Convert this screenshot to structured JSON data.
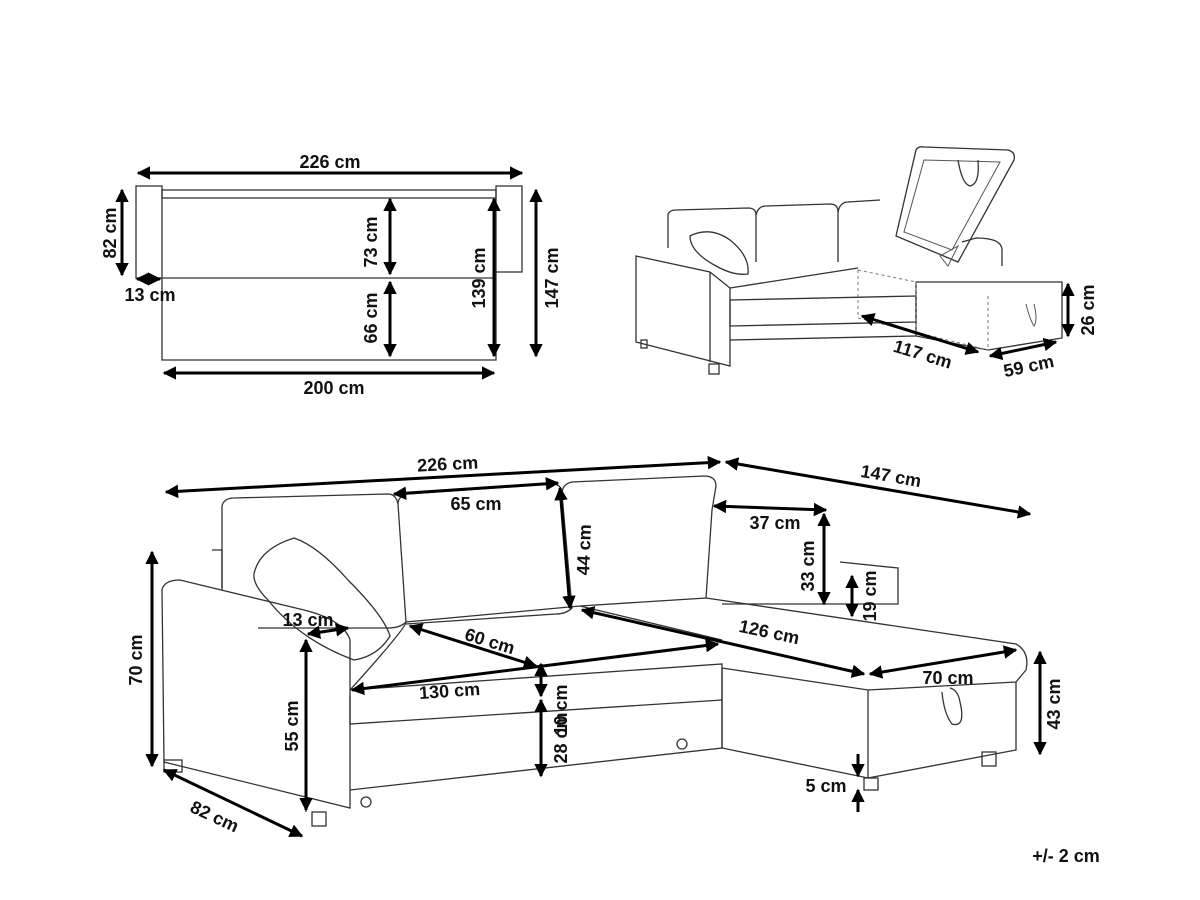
{
  "top_view": {
    "overall_width": "226 cm",
    "depth": "82 cm",
    "arm_width": "13 cm",
    "seat_depth": "73 cm",
    "chaise_extension": "66 cm",
    "chaise_inner": "139 cm",
    "total_depth": "147 cm",
    "bottom_width": "200 cm"
  },
  "storage_view": {
    "storage_length": "117 cm",
    "storage_width": "59 cm",
    "storage_height": "26 cm"
  },
  "front_view": {
    "overall_width": "226 cm",
    "chaise_length": "147 cm",
    "cushion_width": "65 cm",
    "backrest_height": "44 cm",
    "chaise_back_width": "37 cm",
    "chaise_back_height": "33 cm",
    "chaise_arm_height": "19 cm",
    "arm_width": "13 cm",
    "seat_depth": "60 cm",
    "chaise_seat_length": "126 cm",
    "total_height": "70 cm",
    "seat_height": "55 cm",
    "seat_width": "130 cm",
    "cushion_thickness": "10 cm",
    "base_height": "28 cm",
    "chaise_width": "70 cm",
    "chaise_height": "43 cm",
    "leg_height": "5 cm",
    "depth": "82 cm"
  },
  "tolerance": "+/- 2 cm"
}
